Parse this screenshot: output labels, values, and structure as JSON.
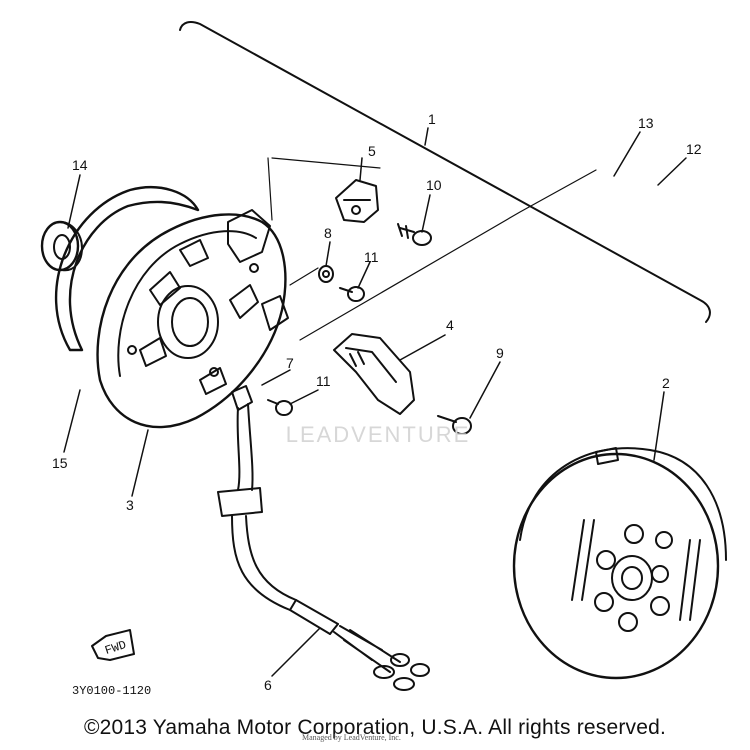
{
  "callouts": {
    "c1": "1",
    "c2": "2",
    "c3": "3",
    "c4": "4",
    "c5": "5",
    "c6": "6",
    "c7": "7",
    "c8": "8",
    "c9": "9",
    "c10": "10",
    "c11a": "11",
    "c11b": "11",
    "c12": "12",
    "c13": "13",
    "c14": "14",
    "c15": "15"
  },
  "fwd_label": "FWD",
  "diagram_code": "3Y0100-1120",
  "watermark": "LEADVENTURE",
  "watermark_small": "Managed by LeadVenture, Inc.",
  "copyright": "©2013 Yamaha Motor Corporation, U.S.A. All rights reserved."
}
